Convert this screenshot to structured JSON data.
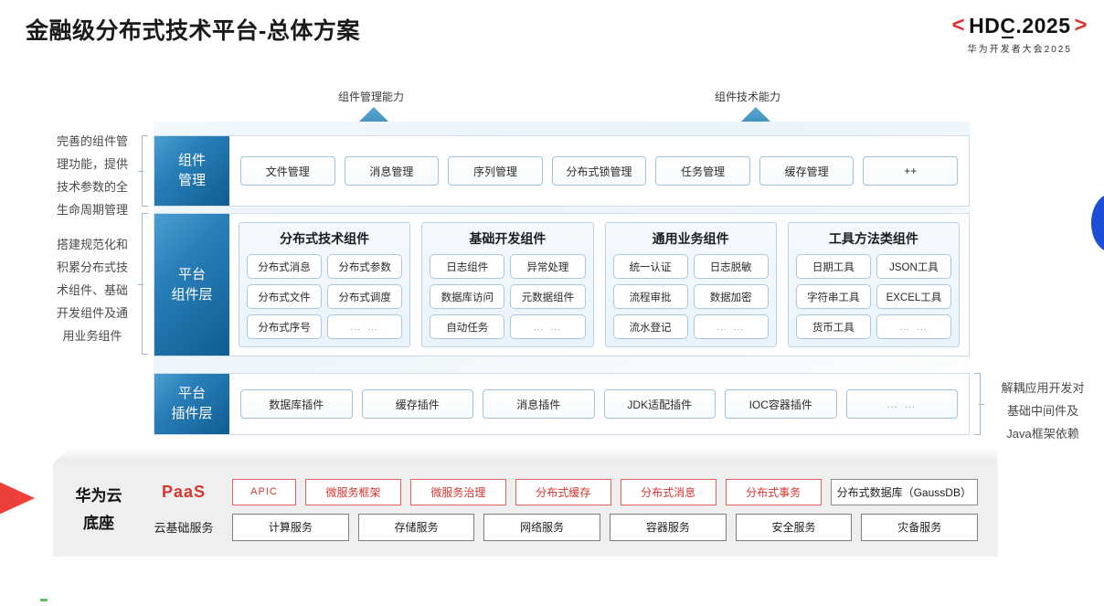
{
  "header": {
    "title": "金融级分布式技术平台-总体方案",
    "logo": {
      "bracket_left": "<",
      "bracket_right": ">",
      "main": "HDC.2025",
      "main_prefix": "HDC",
      "main_suffix": ".2025",
      "subtitle": "华为开发者大会2025",
      "bracket_color": "#e2342f"
    }
  },
  "callouts": {
    "arrow_left_label": "组件管理能力",
    "arrow_right_label": "组件技术能力",
    "arrow_color": "#2b7fb5"
  },
  "side_notes": {
    "left_top": "完善的组件管\n理功能，提供\n技术参数的全\n生命周期管理",
    "left_top_lines": [
      "完善的组件管",
      "理功能，提供",
      "技术参数的全",
      "生命周期管理"
    ],
    "left_bottom_lines": [
      "搭建规范化和",
      "积累分布式技",
      "术组件、基础",
      "开发组件及通",
      "用业务组件"
    ],
    "right_lines": [
      "解耦应用开发对",
      "基础中间件及",
      "Java框架依赖"
    ]
  },
  "layers": [
    {
      "tag_lines": [
        "组件",
        "管理"
      ],
      "type": "chips",
      "chips": [
        "文件管理",
        "消息管理",
        "序列管理",
        "分布式锁管理",
        "任务管理",
        "缓存管理",
        "++"
      ]
    },
    {
      "tag_lines": [
        "平台",
        "组件层"
      ],
      "type": "groups",
      "groups": [
        {
          "title": "分布式技术组件",
          "cells": [
            "分布式消息",
            "分布式参数",
            "分布式文件",
            "分布式调度",
            "分布式序号",
            "… …"
          ]
        },
        {
          "title": "基础开发组件",
          "cells": [
            "日志组件",
            "异常处理",
            "数据库访问",
            "元数据组件",
            "自动任务",
            "… …"
          ]
        },
        {
          "title": "通用业务组件",
          "cells": [
            "统一认证",
            "日志脱敏",
            "流程审批",
            "数据加密",
            "流水登记",
            "… …"
          ]
        },
        {
          "title": "工具方法类组件",
          "cells": [
            "日期工具",
            "JSON工具",
            "字符串工具",
            "EXCEL工具",
            "货币工具",
            "… …"
          ]
        }
      ]
    },
    {
      "tag_lines": [
        "平台",
        "插件层"
      ],
      "type": "chips",
      "chips": [
        "数据库插件",
        "缓存插件",
        "消息插件",
        "JDK适配插件",
        "IOC容器插件",
        "… …"
      ]
    }
  ],
  "foundation": {
    "title_lines": [
      "华为云",
      "底座"
    ],
    "paas_label": "PaaS",
    "base_label": "云基础服务",
    "paas_items": [
      {
        "label": "APIC",
        "style": "apic"
      },
      {
        "label": "微服务框架",
        "style": "red"
      },
      {
        "label": "微服务治理",
        "style": "red"
      },
      {
        "label": "分布式缓存",
        "style": "red"
      },
      {
        "label": "分布式消息",
        "style": "red"
      },
      {
        "label": "分布式事务",
        "style": "red"
      },
      {
        "label": "分布式数据库（GaussDB）",
        "style": "neutral"
      }
    ],
    "base_items": [
      "计算服务",
      "存储服务",
      "网络服务",
      "容器服务",
      "安全服务",
      "灾备服务"
    ]
  },
  "colors": {
    "accent_blue": "#0f5d92",
    "accent_red": "#d7342f",
    "panel_bg": "#efefef"
  }
}
